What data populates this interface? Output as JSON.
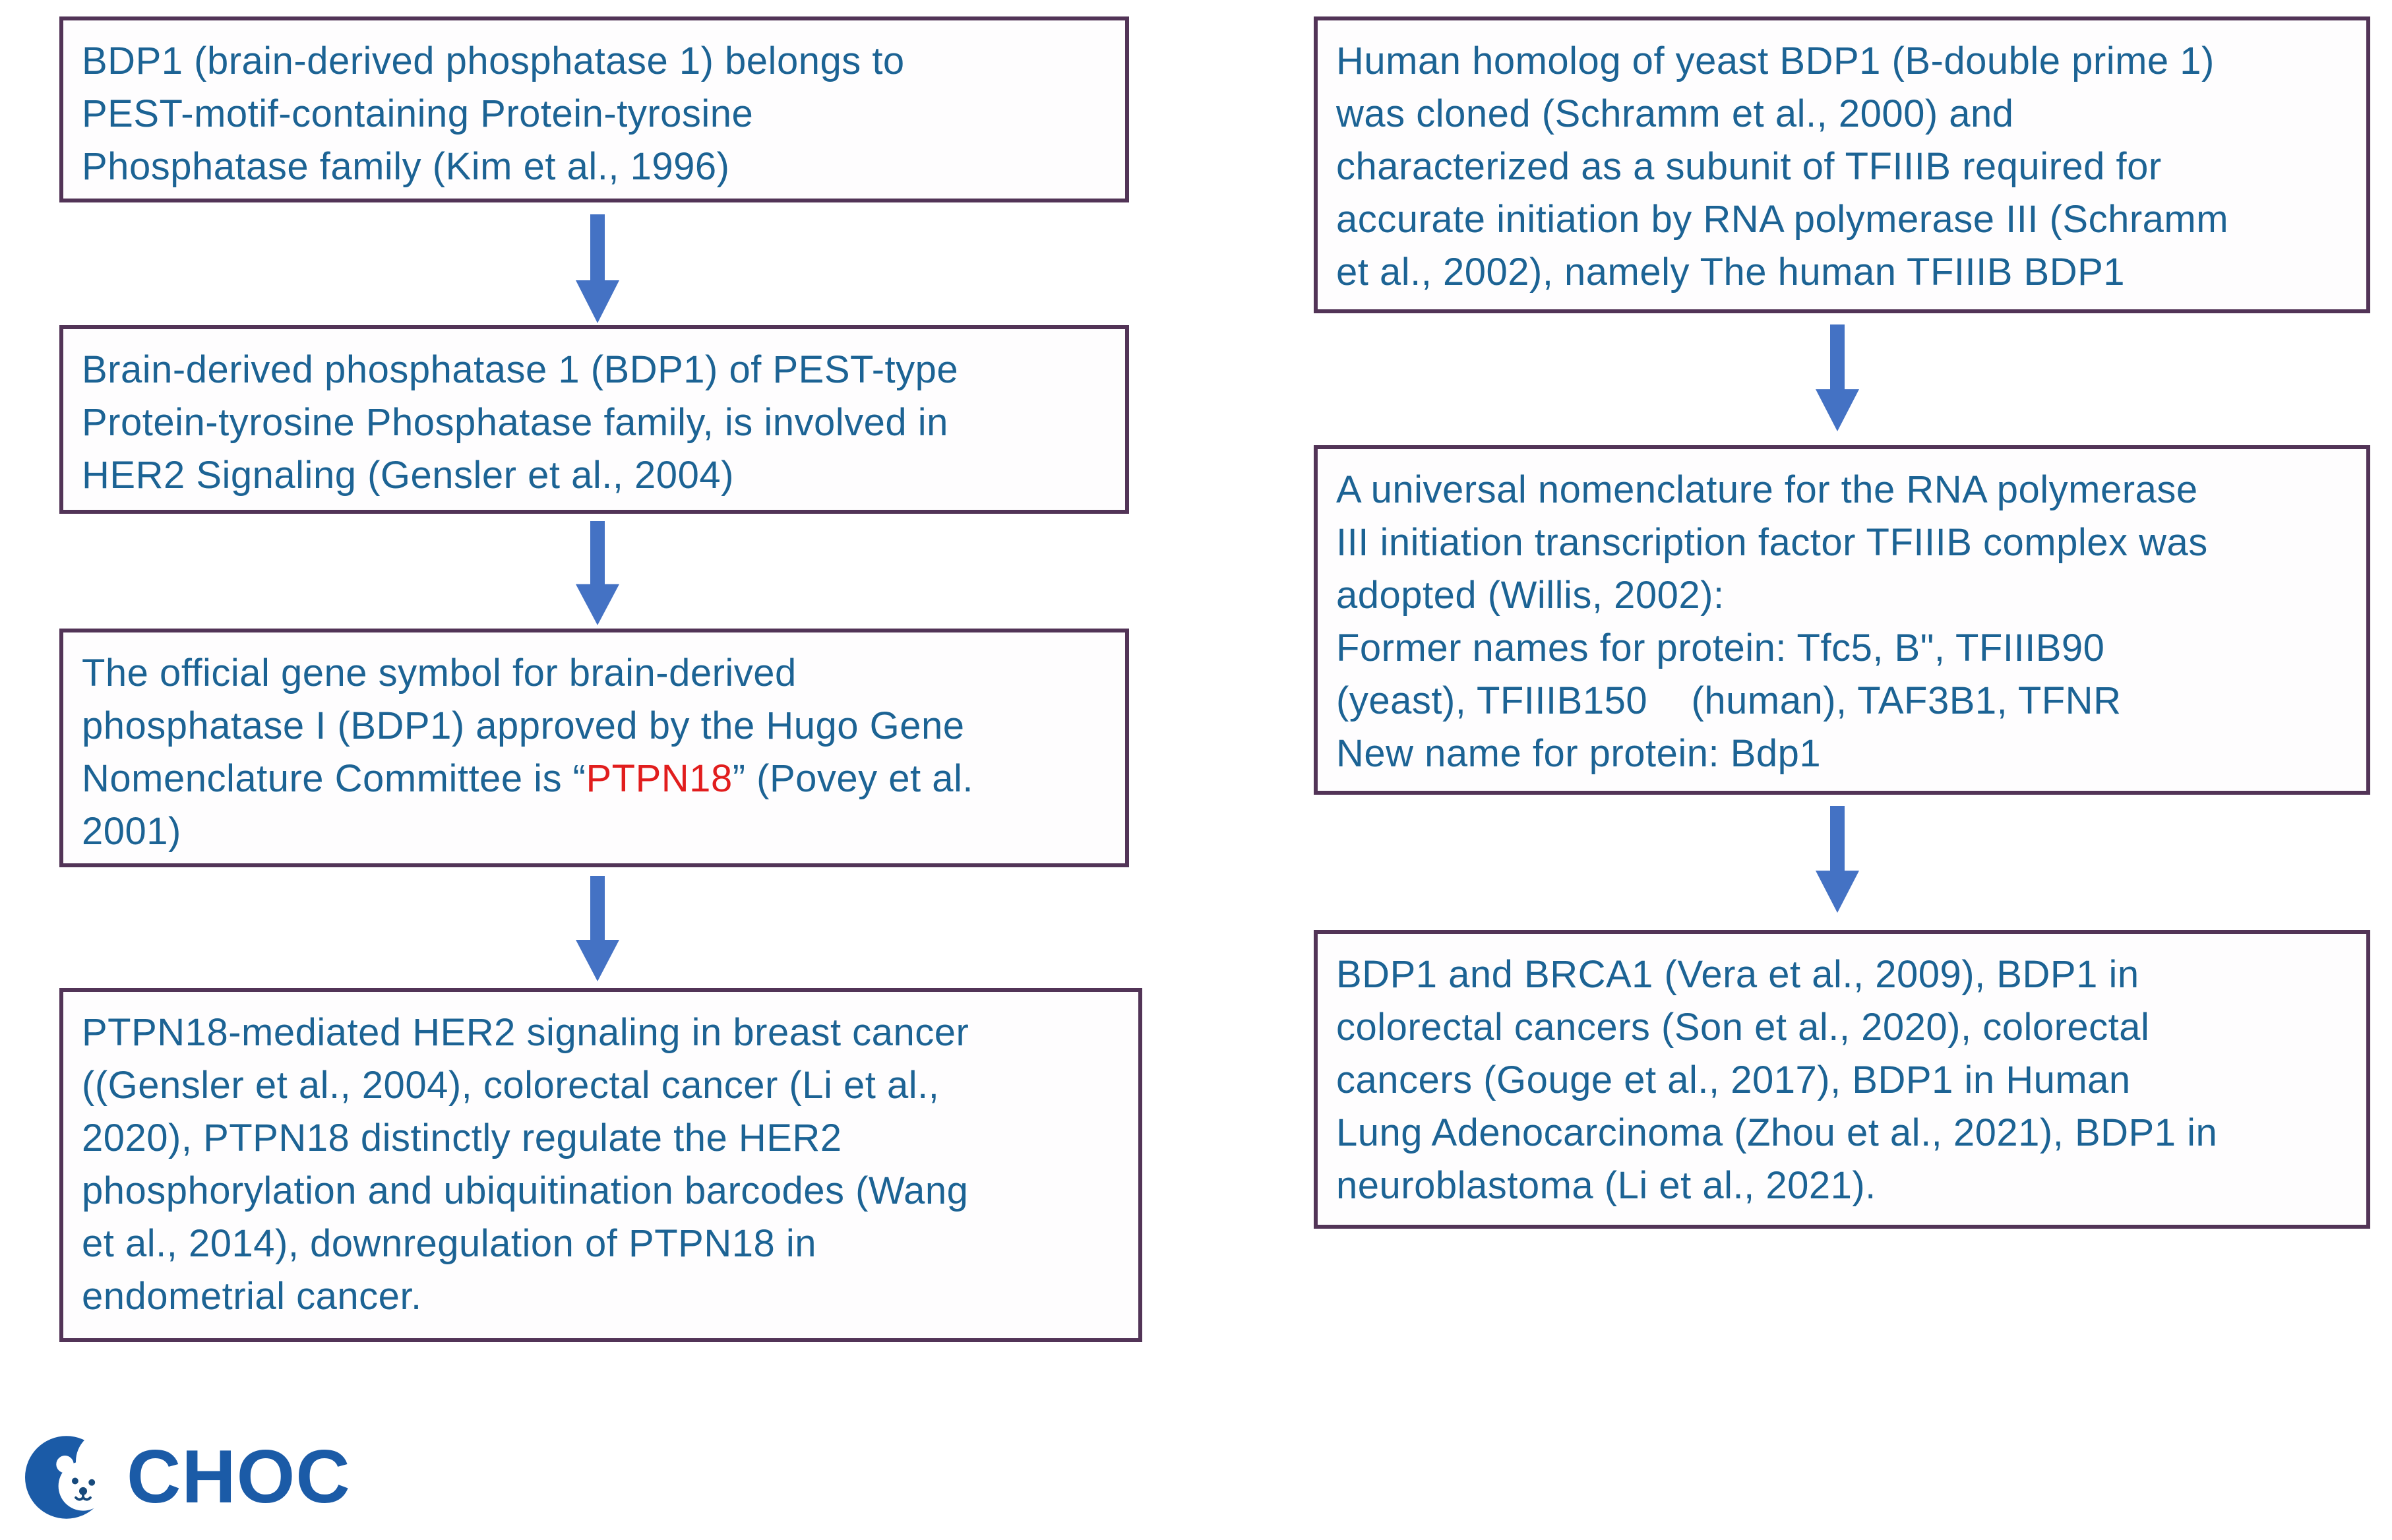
{
  "slide": {
    "type": "flowchart",
    "background": "#ffffff"
  },
  "colors": {
    "box_border": "#523457",
    "box_background": "#fefdfe",
    "text_blue": "#1c6394",
    "highlight_red": "#e11d1d",
    "arrow_blue": "#4472c4",
    "logo_blue": "#1b5ba7"
  },
  "columns": {
    "left": {
      "box1": {
        "text": "BDP1 (brain-derived phosphatase 1) belongs to\nPEST-motif-containing Protein-tyrosine\nPhosphatase family (Kim et al., 1996)"
      },
      "box2": {
        "text": "Brain-derived phosphatase 1 (BDP1) of PEST-type\nProtein-tyrosine Phosphatase family, is involved in\nHER2 Signaling (Gensler et al., 2004)"
      },
      "box3": {
        "before": "The official gene symbol for brain-derived\nphosphatase I (BDP1) approved by the Hugo Gene\nNomenclature Committee is “",
        "highlight": "PTPN18",
        "after": "” (Povey et al.\n2001)"
      },
      "box4": {
        "text": "PTPN18-mediated HER2 signaling in breast cancer\n((Gensler et al., 2004), colorectal cancer (Li et al.,\n2020), PTPN18 distinctly regulate the HER2\nphosphorylation and ubiquitination barcodes (Wang\net al., 2014), downregulation of PTPN18 in\nendometrial cancer."
      }
    },
    "right": {
      "box1": {
        "text": "Human homolog of yeast BDP1 (B-double prime 1)\nwas cloned (Schramm et al., 2000) and\ncharacterized as a subunit of TFIIIB required for\naccurate initiation by RNA polymerase III (Schramm\net al., 2002), namely The human TFIIIB BDP1"
      },
      "box2": {
        "text": "A universal nomenclature for the RNA polymerase\nIII initiation transcription factor TFIIIB complex was\nadopted (Willis, 2002):\nFormer names for protein: Tfc5, B\", TFIIIB90\n(yeast), TFIIIB150    (human), TAF3B1, TFNR\nNew name for protein: Bdp1"
      },
      "box3": {
        "text": "BDP1 and BRCA1 (Vera et al., 2009), BDP1 in\ncolorectal cancers (Son et al., 2020), colorectal\ncancers (Gouge et al., 2017), BDP1 in Human\nLung Adenocarcinoma (Zhou et al., 2021), BDP1 in\nneuroblastoma (Li et al., 2021)."
      }
    }
  },
  "logo": {
    "text": "CHOC",
    "icon": "bear-in-crescent-moon"
  }
}
